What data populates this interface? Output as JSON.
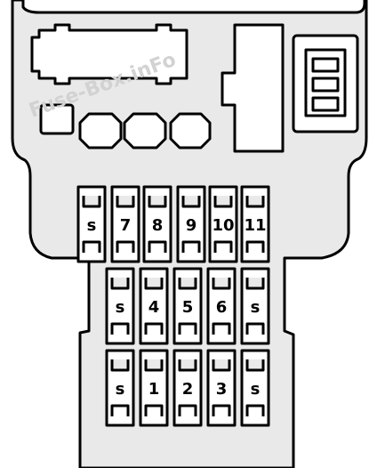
{
  "watermark": "Fuse-Box.inFo",
  "fuse_rows": [
    [
      "s",
      "7",
      "8",
      "9",
      "10",
      "11"
    ],
    [
      "s",
      "4",
      "5",
      "6",
      "s"
    ],
    [
      "s",
      "1",
      "2",
      "3",
      "s"
    ]
  ]
}
